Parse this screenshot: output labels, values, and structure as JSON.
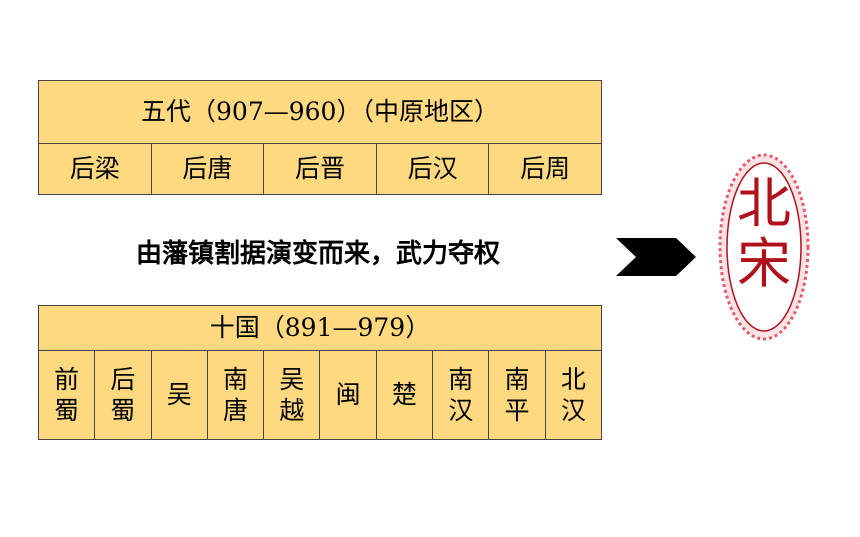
{
  "five_dynasties": {
    "title": "五代（907—960）（中原地区）",
    "items": [
      "后梁",
      "后唐",
      "后晋",
      "后汉",
      "后周"
    ]
  },
  "middle_text": "由藩镇割据演变而来，武力夺权",
  "ten_kingdoms": {
    "title": "十国（891—979）",
    "items": [
      "前蜀",
      "后蜀",
      "吴",
      "南唐",
      "吴越",
      "闽",
      "楚",
      "南汉",
      "南平",
      "北汉"
    ]
  },
  "result": "北宋",
  "colors": {
    "table_fill": "#ffd97f",
    "seal_red": "#b0121b",
    "arrow": "#000000"
  }
}
